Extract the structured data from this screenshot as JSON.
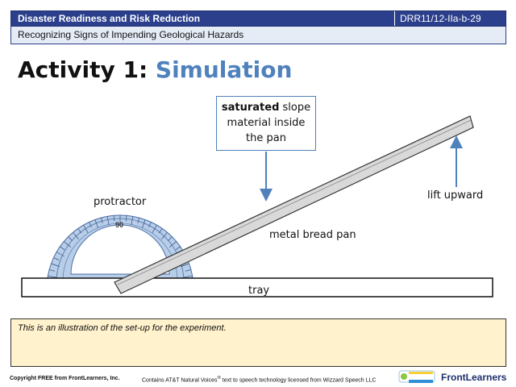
{
  "header": {
    "title": "Disaster Readiness and Risk Reduction",
    "code": "DRR11/12-IIa-b-29",
    "subtitle": "Recognizing Signs of Impending Geological Hazards"
  },
  "slide": {
    "title_prefix": "Activity 1: ",
    "title_accent": "Simulation"
  },
  "labels": {
    "callout_bold": "saturated",
    "callout_rest_1": " slope",
    "callout_rest_2": "material inside",
    "callout_rest_3": "the pan",
    "protractor": "protractor",
    "lift": "lift upward",
    "pan": "metal bread pan",
    "tray": "tray",
    "protractor_mark": "90"
  },
  "note": {
    "text": "This is an illustration of the set-up for the experiment."
  },
  "footer": {
    "copyright": "Copyright FREE from FrontLearners, Inc.",
    "notice_pre": "Contains AT&T Natural Voices",
    "notice_reg": "®",
    "notice_post": " text to speech technology licensed from Wizzard Speech LLC",
    "logo": "FrontLearners"
  },
  "colors": {
    "header_bg": "#2b3f8c",
    "accent": "#4f81bd",
    "note_bg": "#fff2cc",
    "protractor_fill": "#b8cde8"
  }
}
